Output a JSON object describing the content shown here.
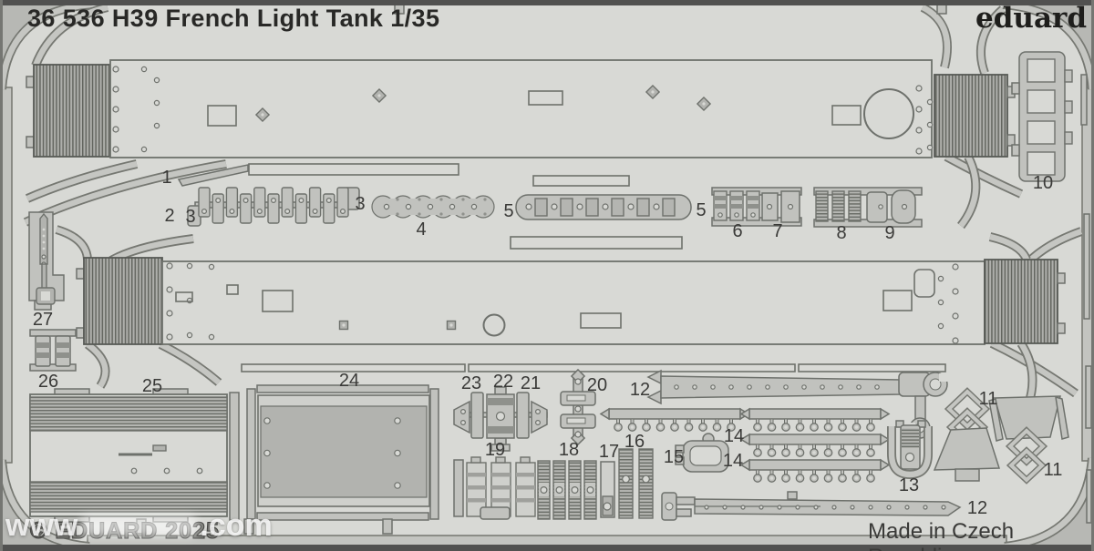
{
  "sheet": {
    "title": "36 536 H39 French Light Tank 1/35",
    "brand_logo": "eduard",
    "copyright": "© EDUARD 2025",
    "made_in": "Made in Czech Republic",
    "watermark_prefix": "www",
    "watermark_suffix": ".com"
  },
  "colors": {
    "sheet_background": "#d8d9d5",
    "part_fill": "#c1c2be",
    "part_dark": "#b2b3af",
    "etch_outline": "#6e716c",
    "edge_dark": "#515150",
    "title_text": "#282826",
    "label_text": "#3a3a38"
  },
  "part_labels": {
    "l1": "1",
    "l2": "2",
    "l3a": "3",
    "l3b": "3",
    "l4": "4",
    "l5a": "5",
    "l5b": "5",
    "l6": "6",
    "l7": "7",
    "l8": "8",
    "l9": "9",
    "l10": "10",
    "l11a": "11",
    "l11b": "11",
    "l12a": "12",
    "l12b": "12",
    "l13": "13",
    "l14a": "14",
    "l14b": "14",
    "l15": "15",
    "l16": "16",
    "l17": "17",
    "l18": "18",
    "l19": "19",
    "l20": "20",
    "l21": "21",
    "l22": "22",
    "l23": "23",
    "l24": "24",
    "l25": "25",
    "l26": "26",
    "l27": "27"
  }
}
